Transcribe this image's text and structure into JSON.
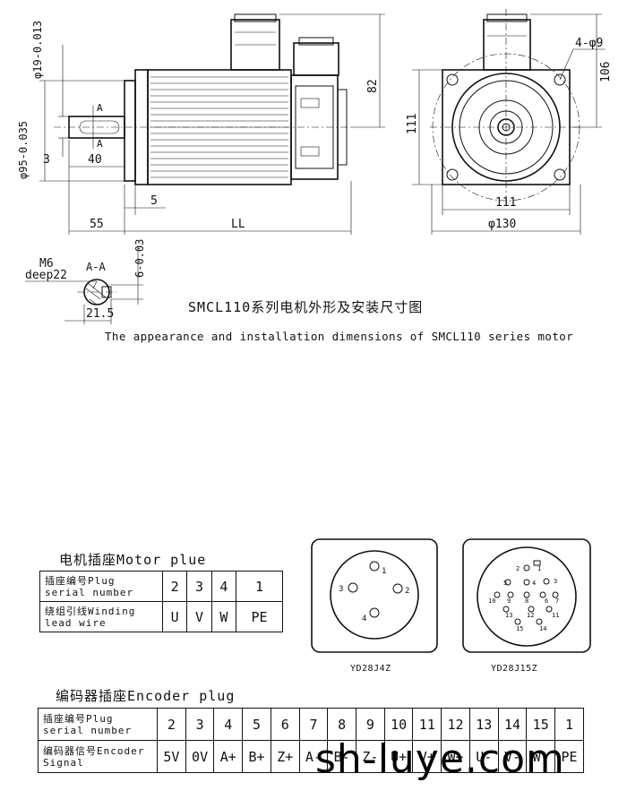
{
  "drawing": {
    "title_cn": "SMCL110系列电机外形及安装尺寸图",
    "title_en": "The appearance and installation dimensions of  SMCL110 series motor",
    "dimensions": {
      "shaft_dia": "φ19-0.013",
      "pilot_dia": "φ95-0.035",
      "section_mark_a": "A",
      "section_mark_b": "A",
      "shaft_len": "40",
      "shaft_step": "3",
      "flange_thk": "5",
      "total_ext": "55",
      "body_len": "LL",
      "conn_height": "82",
      "flange_side_h": "111",
      "flange_side_w": "111",
      "bolt_circle": "φ130",
      "holes": "4-φ9",
      "top_height": "106",
      "thread": "M6",
      "thread_depth": "deep22",
      "section_label": "A-A",
      "key_width": "6-0.03",
      "key_height": "21.5"
    }
  },
  "motor_plug": {
    "title": "电机插座Motor plue",
    "header_cn": "插座编号Plug",
    "header_en": "serial number",
    "wire_cn": "绕组引线Winding",
    "wire_en": "lead wire",
    "pins": [
      "2",
      "3",
      "4",
      "1"
    ],
    "wires": [
      "U",
      "V",
      "W",
      "PE"
    ]
  },
  "connectors": {
    "left_label": "YD28J4Z",
    "right_label": "YD28J15Z",
    "left_pins": [
      "1",
      "2",
      "3",
      "4"
    ],
    "right_pins": [
      "1",
      "2",
      "3",
      "4",
      "5",
      "6",
      "7",
      "8",
      "9",
      "10",
      "11",
      "12",
      "13",
      "14",
      "15"
    ]
  },
  "encoder_plug": {
    "title": "编码器插座Encoder plug",
    "header_cn": "插座编号Plug",
    "header_en": "serial number",
    "signal_cn": "编码器信号Encoder",
    "signal_en": "Signal",
    "pins": [
      "2",
      "3",
      "4",
      "5",
      "6",
      "7",
      "8",
      "9",
      "10",
      "11",
      "12",
      "13",
      "14",
      "15",
      "1"
    ],
    "signals": [
      "5V",
      "0V",
      "A+",
      "B+",
      "Z+",
      "A-",
      "B-",
      "Z-",
      "U+",
      "V+",
      "W+",
      "U-",
      "V-",
      "W-",
      "PE"
    ]
  },
  "watermark": "sh-luye.com"
}
